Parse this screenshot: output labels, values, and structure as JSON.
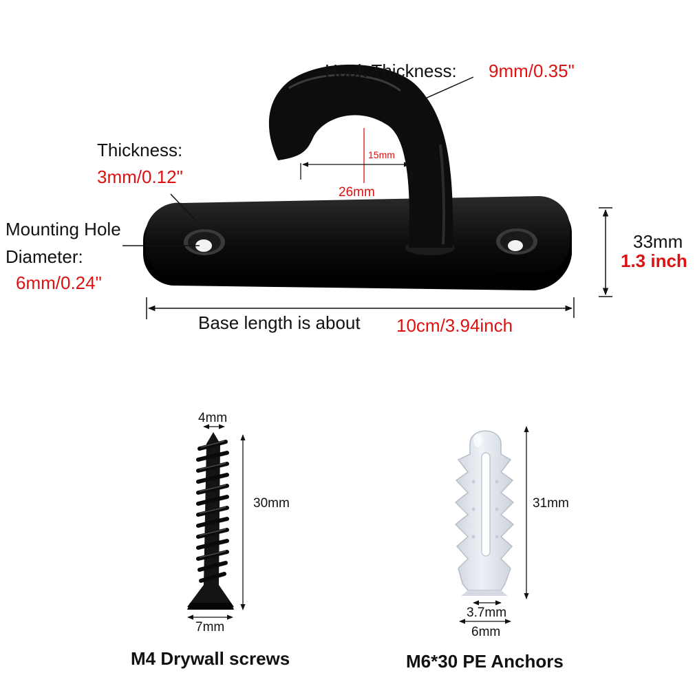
{
  "hook": {
    "hook_thickness_label": "Hook Thickness:",
    "hook_thickness_value": "9mm/0.35\"",
    "plate_thickness_label": "Thickness:",
    "plate_thickness_value": "3mm/0.12\"",
    "hole_label_line1": "Mounting Hole",
    "hole_label_line2": "Diameter:",
    "hole_value": "6mm/0.24\"",
    "inner_height": "15mm",
    "inner_width": "26mm",
    "height_value": "33mm",
    "height_inch": "1.3 inch",
    "base_length_label": "Base length is about",
    "base_length_value": "10cm/3.94inch"
  },
  "screw": {
    "head_width": "4mm",
    "length": "30mm",
    "base_width": "7mm",
    "caption": "M4 Drywall screws"
  },
  "anchor": {
    "length": "31mm",
    "inner_width": "3.7mm",
    "outer_width": "6mm",
    "caption": "M6*30 PE Anchors"
  },
  "colors": {
    "accent_red": "#dd1111",
    "hook_black": "#111111",
    "anchor_white": "#e6e9ef"
  }
}
